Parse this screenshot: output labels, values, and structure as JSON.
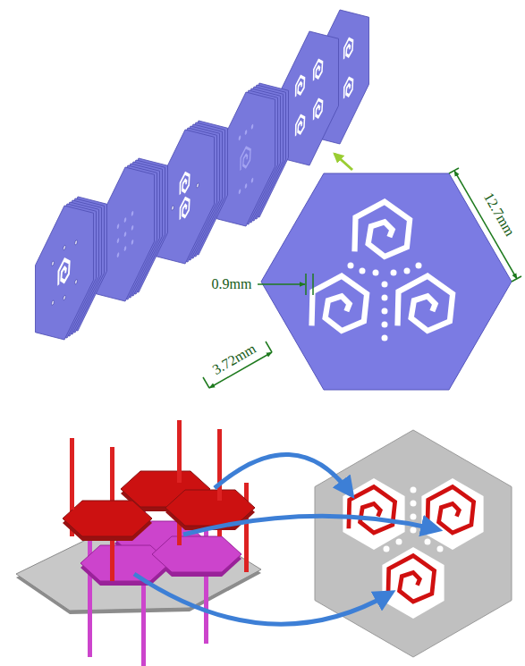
{
  "diagram": {
    "labels": [
      "12.7mm",
      "0.9mm",
      "3.72mm"
    ]
  }
}
